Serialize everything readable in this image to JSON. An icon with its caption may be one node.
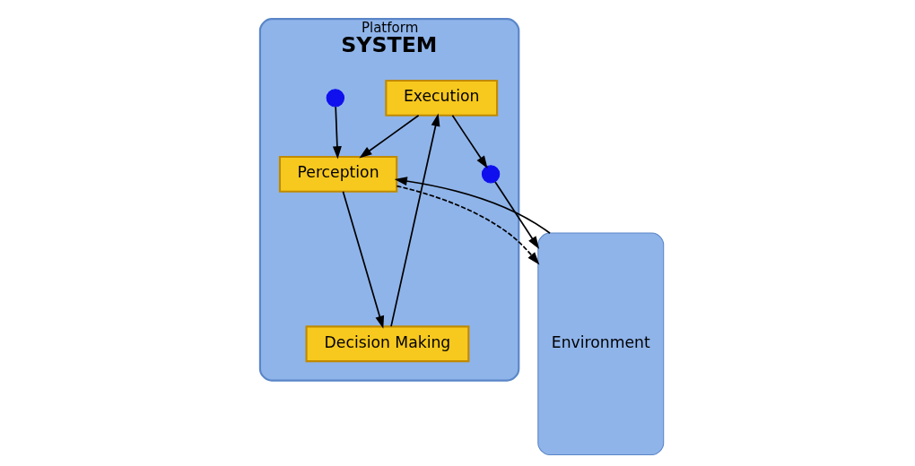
{
  "diagram": {
    "nodes": [
      {
        "text": [
          "Platform",
          "SYSTEM"
        ]
      },
      {
        "text": [],
        "shape": "circle",
        "in": 0
      },
      {
        "text": [
          "Decision Making"
        ],
        "in": 0
      },
      {
        "text": [
          "Execution"
        ],
        "in": 0
      },
      {
        "text": [],
        "shape": "circle",
        "in": 0
      },
      {
        "text": [
          "Perception"
        ],
        "in": 0
      },
      {
        "text": [
          "Environment"
        ]
      }
    ],
    "edges": [
      {
        "from": 3,
        "to": 1,
        "arrow": "to"
      },
      {
        "from": 1,
        "to": 6,
        "arrow": "to"
      },
      {
        "from": 2,
        "to": 3,
        "arrow": "to"
      },
      {
        "from": 5,
        "to": 2,
        "arrow": "to"
      },
      {
        "from": 4,
        "to": 5,
        "arrow": "to"
      },
      {
        "from": 3,
        "to": 5,
        "arrow": "to"
      },
      {
        "from": 6,
        "to": 5,
        "arrow": "to"
      },
      {
        "from": 5,
        "to": 6,
        "arrow": "to",
        "style": "dashed"
      }
    ]
  }
}
